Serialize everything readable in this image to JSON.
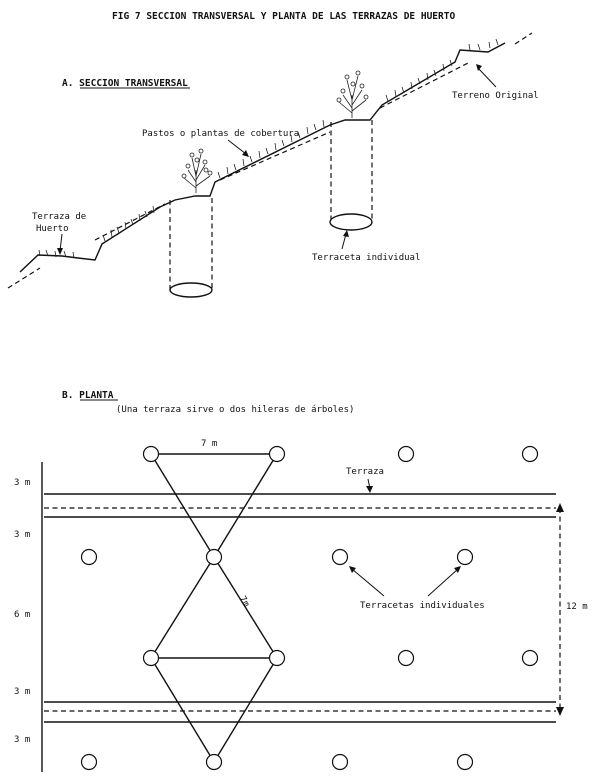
{
  "figure_title": "FIG 7    SECCION TRANSVERSAL Y PLANTA DE LAS TERRAZAS DE HUERTO",
  "section_a": {
    "heading": "A. SECCION TRANSVERSAL",
    "labels": {
      "original_terrain": "Terreno Original",
      "cover_plants": "Pastos o plantas de cobertura",
      "orchard_terrace_line1": "Terraza de",
      "orchard_terrace_line2": "Huerto",
      "individual_terracette": "Terraceta individual"
    }
  },
  "section_b": {
    "heading": "B. PLANTA",
    "subtitle": "(Una terraza sirve o dos hileras de árboles)",
    "labels": {
      "terrace": "Terraza",
      "individual_terracettes": "Terracetas individuales",
      "width_7m_top": "7 m",
      "width_7m_diag": "7m",
      "span_12m": "12 m"
    },
    "left_dimensions": [
      "3 m",
      "3 m",
      "6 m",
      "3 m",
      "3 m"
    ]
  }
}
